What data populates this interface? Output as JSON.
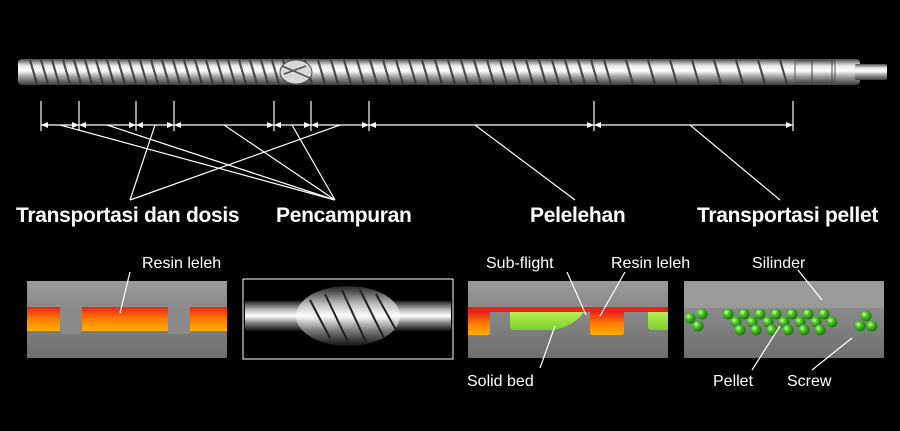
{
  "section_labels": {
    "transport_dosing": "Transportasi dan dosis",
    "mixing": "Pencampuran",
    "melting": "Pelelehan",
    "pellet_transport": "Transportasi pellet"
  },
  "callouts": {
    "resin_melt_1": "Resin leleh",
    "sub_flight": "Sub-flight",
    "resin_melt_2": "Resin leleh",
    "cylinder": "Silinder",
    "solid_bed": "Solid bed",
    "pellet": "Pellet",
    "screw": "Screw"
  },
  "colors": {
    "background": "#000000",
    "barrel_gray": "#8c8c8c",
    "melt_orange": "#ff6a00",
    "melt_red": "#e8241a",
    "solid_green": "#9be03a",
    "pellet_green": "#37b81e",
    "line_white": "#ffffff"
  }
}
